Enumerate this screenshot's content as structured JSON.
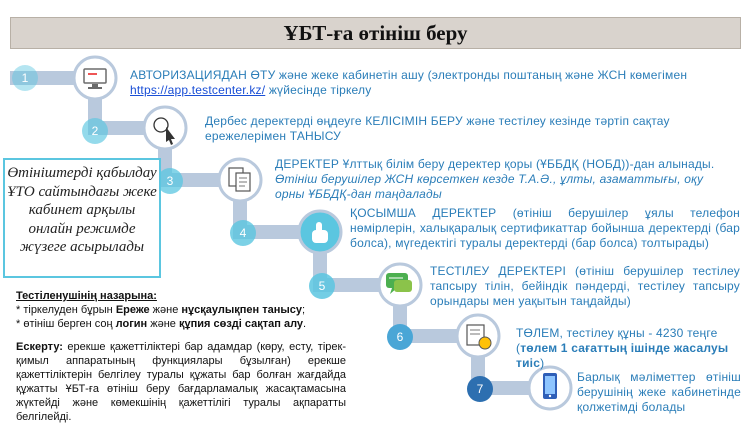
{
  "title": "ҰБТ-ға өтініш беру",
  "steps": [
    {
      "num": "1",
      "icon": "monitor-icon",
      "text_a": "АВТОРИЗАЦИЯДАН ӨТУ және жеке кабинетін ашу (электронды поштаның және ЖСН көмегімен ",
      "link": "https://app.testcenter.kz/",
      "text_b": " жүйесінде тіркелу"
    },
    {
      "num": "2",
      "icon": "cursor-icon",
      "text": "Дербес деректерді өңдеуге КЕЛІСІМІН БЕРУ және тестілеу кезінде тәртіп сақтау ережелерімен ТАНЫСУ"
    },
    {
      "num": "3",
      "icon": "documents-icon",
      "text": "ДЕРЕКТЕР Ұлттық білім беру деректер қоры (ҰББДҚ (НОБД))-дан алынады. ",
      "text_italic": "Өтініш берушілер ЖСН көрсеткен кезде Т.А.Ә., ұлты, азаматтығы, оқу орны ҰББДҚ-дан таңдалады"
    },
    {
      "num": "4",
      "icon": "hand-touch-icon",
      "text": "ҚОСЫМША ДЕРЕКТЕР (өтініш берушілер ұялы телефон нөмірлерін, халықаралық сертификаттар бойынша деректерді (бар болса), мүгедектігі туралы деректерді (бар болса) толтырады)"
    },
    {
      "num": "5",
      "icon": "chat-icon",
      "text": "ТЕСТІЛЕУ ДЕРЕКТЕРІ (өтініш берушілер тестілеу тапсыру тілін, бейіндік пәндерді, тестілеу тапсыру орындары мен уақытын таңдайды)"
    },
    {
      "num": "6",
      "icon": "payment-icon",
      "text": "ТӨЛЕМ, тестілеу құны - 4230 теңге (",
      "text_bold": "төлем 1 сағаттың ішінде жасалуы тиіс",
      "text_end": ")"
    },
    {
      "num": "7",
      "icon": "phone-icon",
      "text": "Барлық мәліметтер өтініш берушінің жеке кабинетінде қолжетімді болады"
    }
  ],
  "note": "Өтініштерді қабылдау ҰТО сайтындағы жеке кабинет арқылы онлайн режимде жүзеге асырылады",
  "attention": {
    "heading": "Тестіленушінің назарына:",
    "line1_a": "* тіркелуден бұрын ",
    "line1_b": "Ереже",
    "line1_c": " және ",
    "line1_d": "нұсқаулықпен танысу",
    "line1_e": ";",
    "line2_a": "* өтініш берген соң ",
    "line2_b": "логин",
    "line2_c": " және ",
    "line2_d": "құпия сөзді сақтап алу",
    "line2_e": "."
  },
  "remark": {
    "label": "Ескерту:",
    "text": " ерекше қажеттіліктері бар адамдар (көру, есту, тірек-қимыл аппаратының функциялары бұзылған) ерекше қажеттіліктерін белгілеу туралы құжаты бар болған жағдайда құжатты ҰБТ-ға өтініш беру бағдарламалық жасақтамасына жүктейді және көмекшінің қажеттілігі туралы ақпаратты белгілейді."
  },
  "colors": {
    "path": "#b9c9dd",
    "circle": "#5bc6e0",
    "icon_circle": "#ffffff",
    "accent_text": "#2a7db8",
    "link": "#1a4fd6"
  }
}
